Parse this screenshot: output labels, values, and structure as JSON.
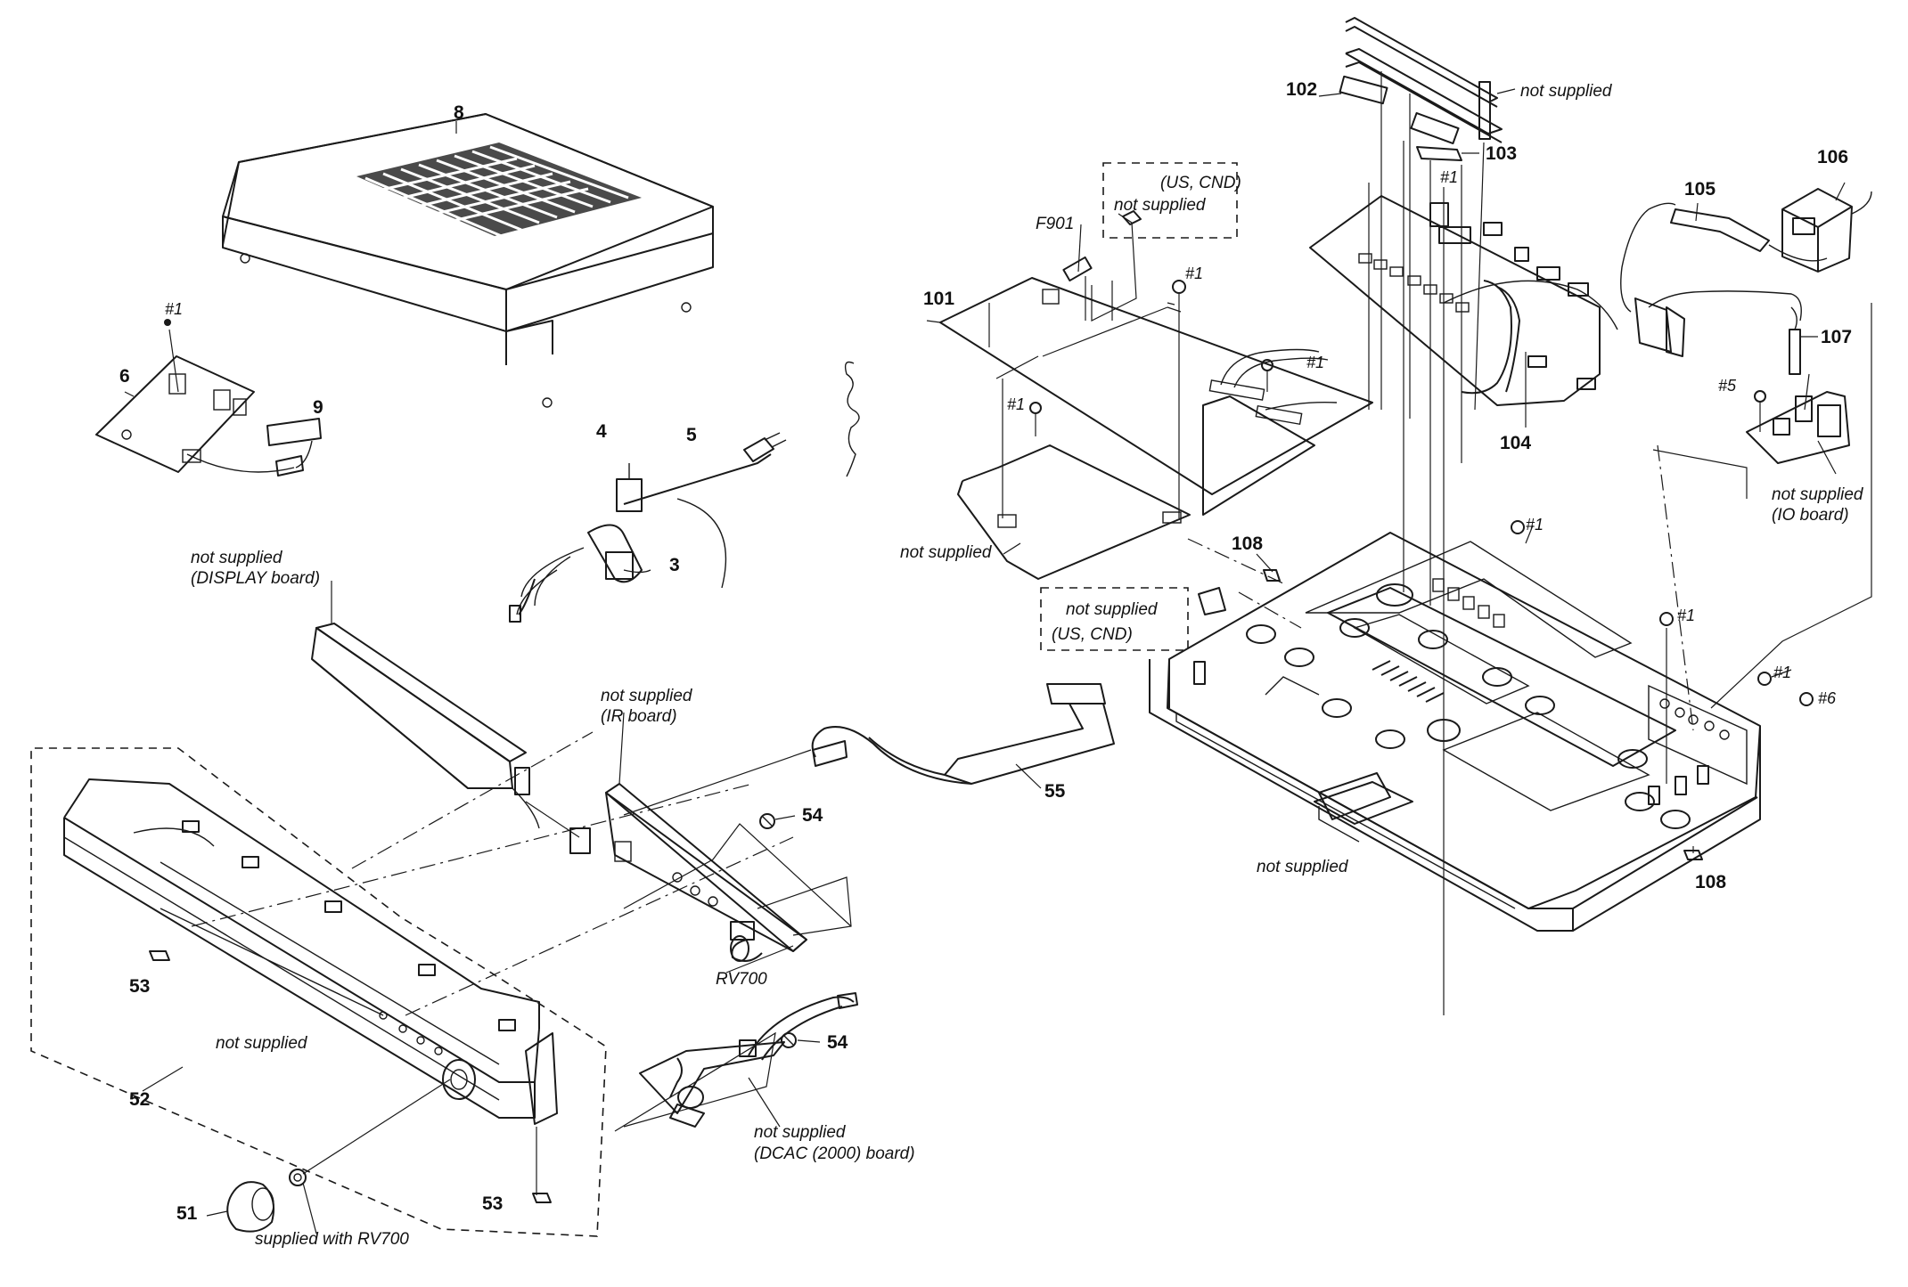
{
  "callouts": {
    "c8": "8",
    "c6": "6",
    "c9": "9",
    "c4": "4",
    "c5": "5",
    "c3": "3",
    "c101": "101",
    "c102": "102",
    "c103": "103",
    "c104": "104",
    "c105": "105",
    "c106": "106",
    "c107": "107",
    "c108a": "108",
    "c108b": "108",
    "c55": "55",
    "c54a": "54",
    "c54b": "54",
    "c53a": "53",
    "c53b": "53",
    "c52": "52",
    "c51": "51"
  },
  "screws": {
    "s1a": "#1",
    "s1b": "#1",
    "s1c": "#1",
    "s1d": "#1",
    "s1e": "#1",
    "s1f": "#1",
    "s1g": "#1",
    "s1h": "#1",
    "s5": "#5",
    "s6": "#6"
  },
  "references": {
    "f901": "F901",
    "rv700": "RV700"
  },
  "notes": {
    "not_supplied": "not supplied",
    "display_board": "(DISPLAY board)",
    "ir_board": "(IR board)",
    "dcac_board": "(DCAC (2000) board)",
    "io_board": "(IO board)",
    "region": "(US, CND)",
    "supplied_with_rv700": "supplied with RV700"
  }
}
